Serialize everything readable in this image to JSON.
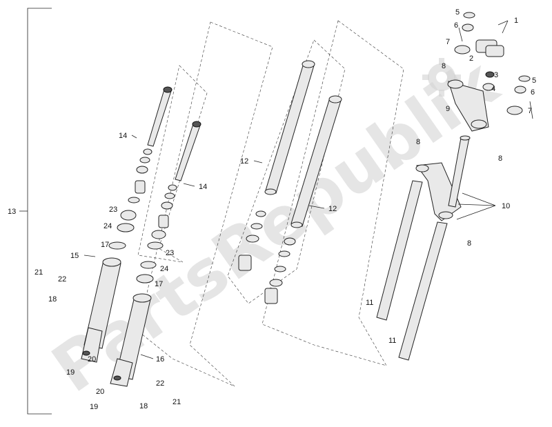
{
  "watermark": "PartsRepublik",
  "callouts": {
    "c1": "1",
    "c2": "2",
    "c3": "3",
    "c4": "4",
    "c5a": "5",
    "c5b": "5",
    "c6a": "6",
    "c6b": "6",
    "c7a": "7",
    "c7b": "7",
    "c8a": "8",
    "c8b": "8",
    "c8c": "8",
    "c8d": "8",
    "c9": "9",
    "c10": "10",
    "c11a": "11",
    "c11b": "11",
    "c12a": "12",
    "c12b": "12",
    "c13": "13",
    "c14a": "14",
    "c14b": "14",
    "c15": "15",
    "c16": "16",
    "c17a": "17",
    "c17b": "17",
    "c18a": "18",
    "c18b": "18",
    "c19a": "19",
    "c19b": "19",
    "c20a": "20",
    "c20b": "20",
    "c21a": "21",
    "c21b": "21",
    "c22a": "22",
    "c22b": "22",
    "c23a": "23",
    "c23b": "23",
    "c24a": "24",
    "c24b": "24"
  }
}
